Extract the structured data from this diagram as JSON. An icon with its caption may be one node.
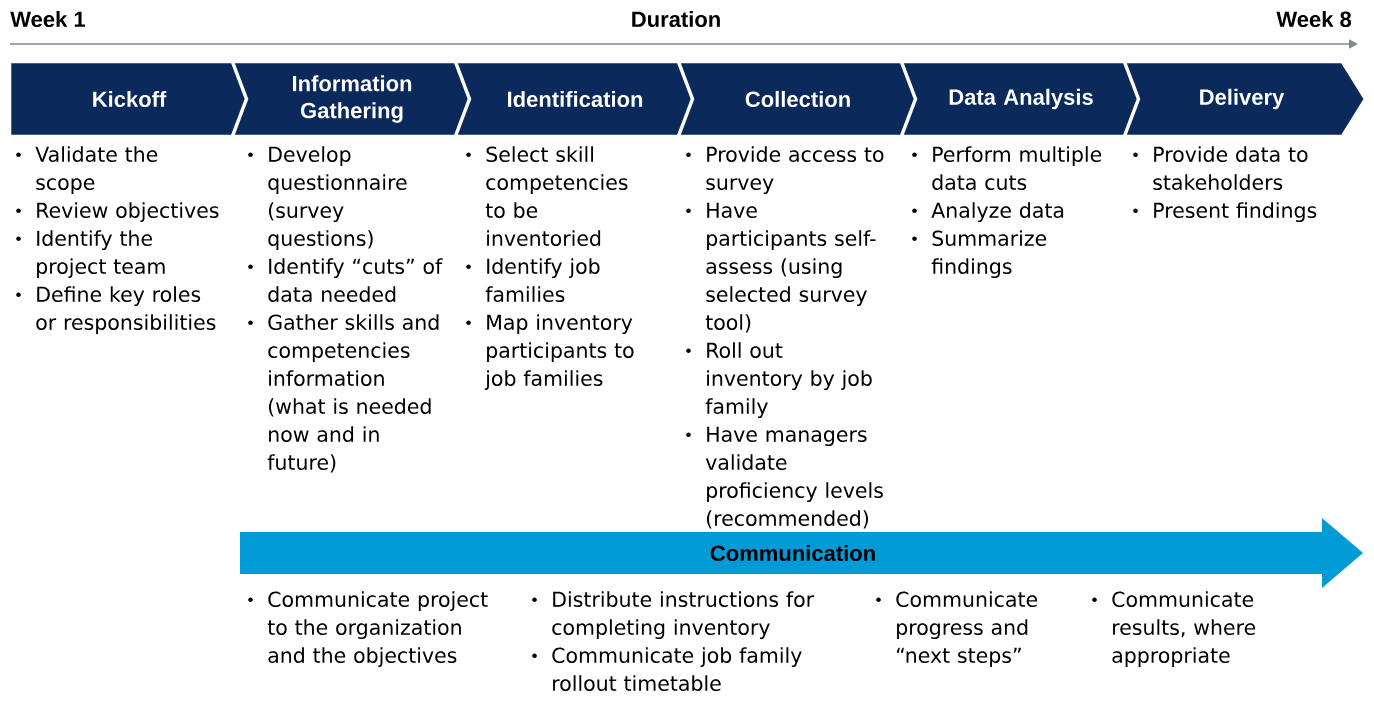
{
  "diagram": {
    "nodes": [
      {
        "text": [
          "Kickoff"
        ],
        "beside": [
          "Validate the scope",
          "Review objectives",
          "Identify the project team",
          "Define key roles or responsibilities"
        ]
      },
      {
        "text": [
          "Information Gathering"
        ],
        "beside": [
          "Develop questionnaire (survey questions)",
          "Identify “cuts” of data needed",
          "Gather skills and competencies information (what is needed now and in future)"
        ]
      },
      {
        "text": [
          "Identification"
        ],
        "beside": [
          "Select skill competencies to be inventoried",
          "Identify job families",
          "Map inventory participants to job families"
        ]
      },
      {
        "text": [
          "Collection"
        ],
        "beside": [
          "Provide access to survey",
          "Have participants self-assess (using selected survey tool)",
          "Roll out inventory by job family",
          "Have managers validate proficiency levels (recommended)"
        ]
      },
      {
        "text": [
          "Data Analysis"
        ],
        "beside": [
          "Perform multiple data cuts",
          "Analyze data",
          "Summarize findings"
        ]
      },
      {
        "text": [
          "Delivery"
        ],
        "beside": [
          "Provide data to stakeholders",
          "Present findings"
        ]
      },
      {
        "text": [
          "Communication"
        ],
        "beside": [
          "Communicate project to the organization and the objectives",
          "Distribute instructions for completing inventory",
          "Communicate job family rollout timetable",
          "Communicate progress and “next steps”",
          "Communicate results, where appropriate"
        ]
      }
    ],
    "labels": [
      "Week 1",
      "Duration",
      "Week 8"
    ]
  }
}
